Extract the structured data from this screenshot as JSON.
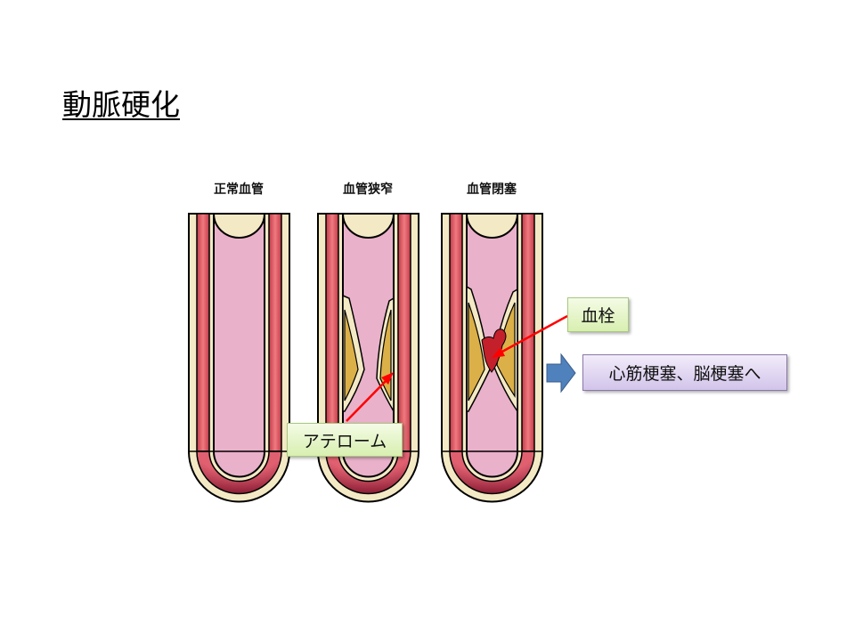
{
  "title": "動脈硬化",
  "vessels": [
    {
      "label": "正常血管"
    },
    {
      "label": "血管狭窄"
    },
    {
      "label": "血管閉塞"
    }
  ],
  "callouts": {
    "atheroma": "アテローム",
    "thrombus": "血栓",
    "outcome": "心筋梗塞、脳梗塞へ"
  },
  "colors": {
    "wall_cream": "#f3e9c4",
    "wall_red": "#e0606a",
    "lumen_pink": "#e9b1ca",
    "plaque_gold": "#dcb048",
    "clot": "#c4202c",
    "arrow_red": "#ff0000",
    "arrow_blue": "#4f81bd"
  }
}
